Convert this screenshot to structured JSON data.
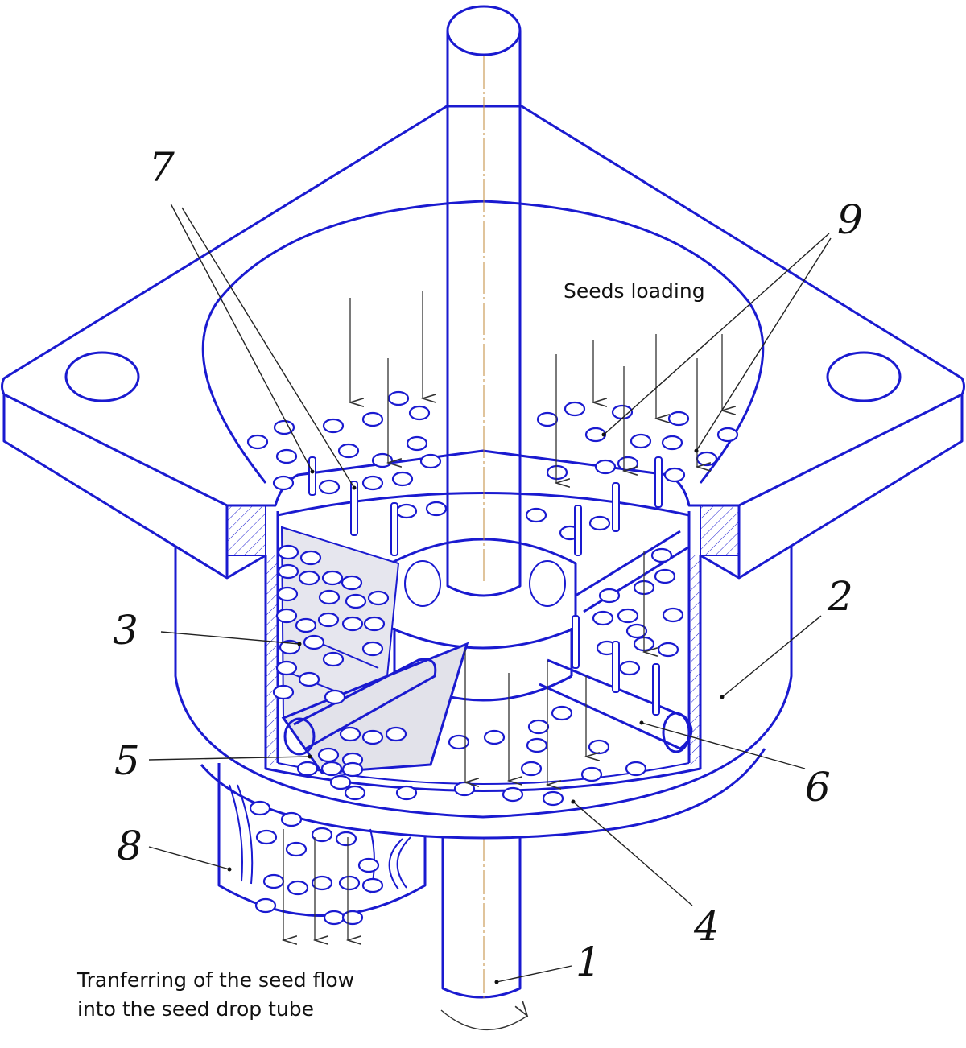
{
  "labels": {
    "shaft": "1",
    "housing": "2",
    "part3": "3",
    "disc": "4",
    "part5": "5",
    "part6": "6",
    "part7": "7",
    "drop_tube": "8",
    "part9": "9"
  },
  "captions": {
    "seeds_loading": "Seeds loading",
    "transfer_line1": "Tranferring of the seed flow",
    "transfer_line2": "into the seed drop tube"
  },
  "colors": {
    "outline": "#1a1ad0",
    "text": "#111111",
    "shading": "#e6e6ee"
  }
}
